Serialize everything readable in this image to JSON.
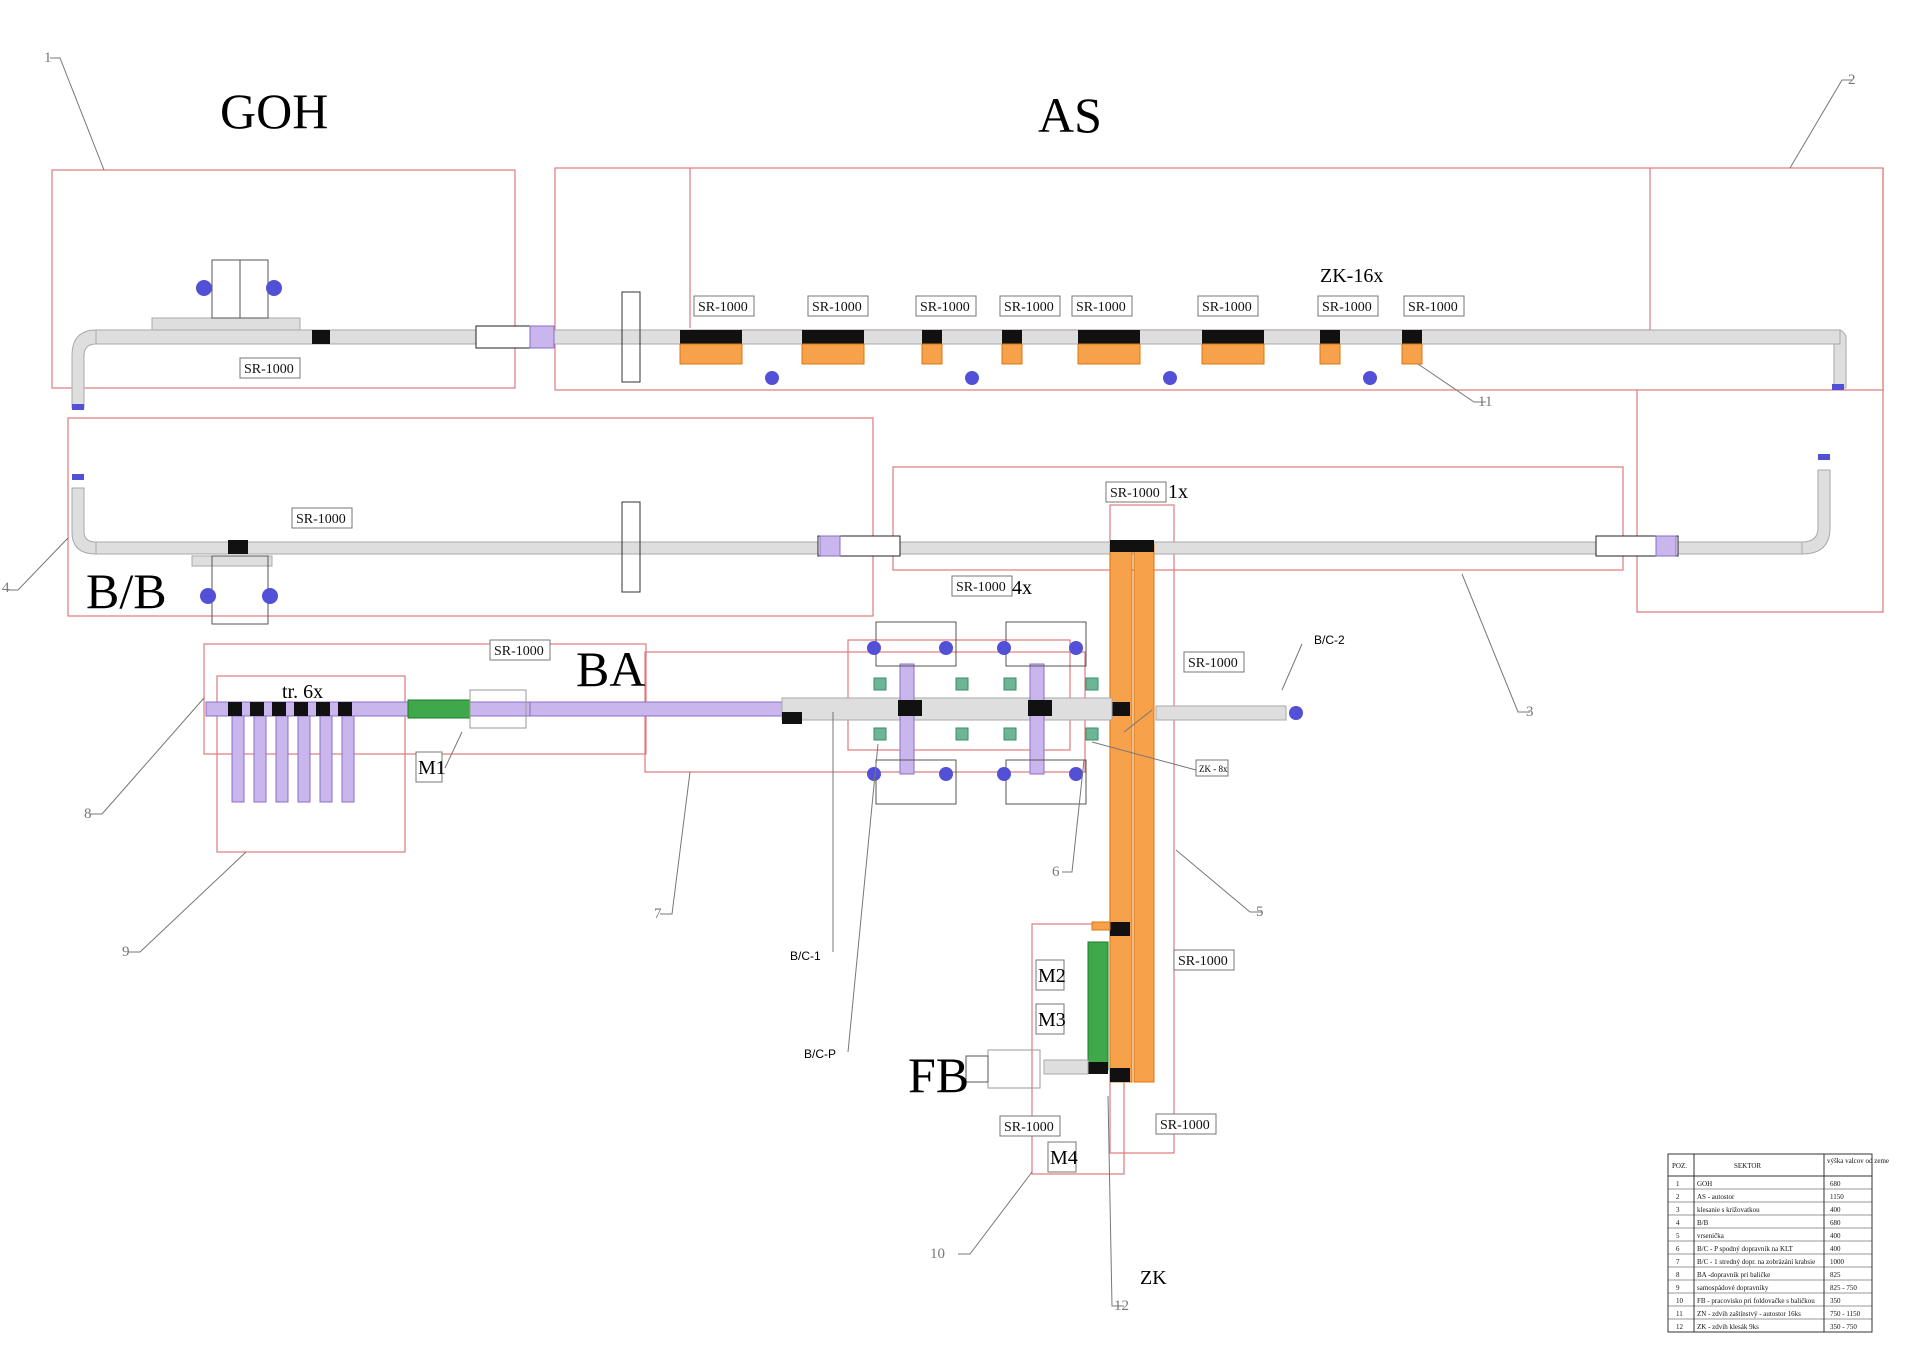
{
  "sectors": {
    "goh": "GOH",
    "as": "AS",
    "bb": "B/B",
    "ba": "BA",
    "fb": "FB",
    "zk": "ZK"
  },
  "annotations": {
    "zk16x": "ZK-16x",
    "one_x": "1x",
    "four_x": "4x",
    "tr6x": "tr. 6x",
    "zk8x": "ZK - 8x",
    "bc1": "B/C-1",
    "bc2": "B/C-2",
    "bcp": "B/C-P"
  },
  "sr_label": "SR-1000",
  "motors": {
    "m1": "M1",
    "m2": "M2",
    "m3": "M3",
    "m4": "M4"
  },
  "callouts": [
    "1",
    "2",
    "3",
    "4",
    "5",
    "6",
    "7",
    "8",
    "9",
    "10",
    "11",
    "12"
  ],
  "legend": {
    "headers": [
      "POZ.",
      "SEKTOR",
      "výška valcov od zeme"
    ],
    "rows": [
      [
        "1",
        "GOH",
        "680"
      ],
      [
        "2",
        "AS - autostor",
        "1150"
      ],
      [
        "3",
        "klesanie s križovatkou",
        "400"
      ],
      [
        "4",
        "B/B",
        "680"
      ],
      [
        "5",
        "vrsenička",
        "400"
      ],
      [
        "6",
        "B/C - P   spodný dopravník na KLT",
        "400"
      ],
      [
        "7",
        "B/C - 1   stredný dopr. na zobrázání krabsie",
        "1000"
      ],
      [
        "8",
        "BA -dopravník pri baličke",
        "825"
      ],
      [
        "9",
        "samospádové dopravníky",
        "825 - 750"
      ],
      [
        "10",
        "FB - pracovisko pri foldovačke s baličkou",
        "350"
      ],
      [
        "11",
        "ZN - zdvih zaštínstvý - autostor    16ks",
        "750 - 1150"
      ],
      [
        "12",
        "ZK - zdvih klesák    9ks",
        "350 - 750"
      ]
    ]
  },
  "colors": {
    "sector_outline": "#e07a7a",
    "conveyor": "#dedede",
    "orange": "#f7a14a",
    "purple": "#c9b6ec",
    "green": "#3fa84a",
    "operator": "#5250d6"
  }
}
